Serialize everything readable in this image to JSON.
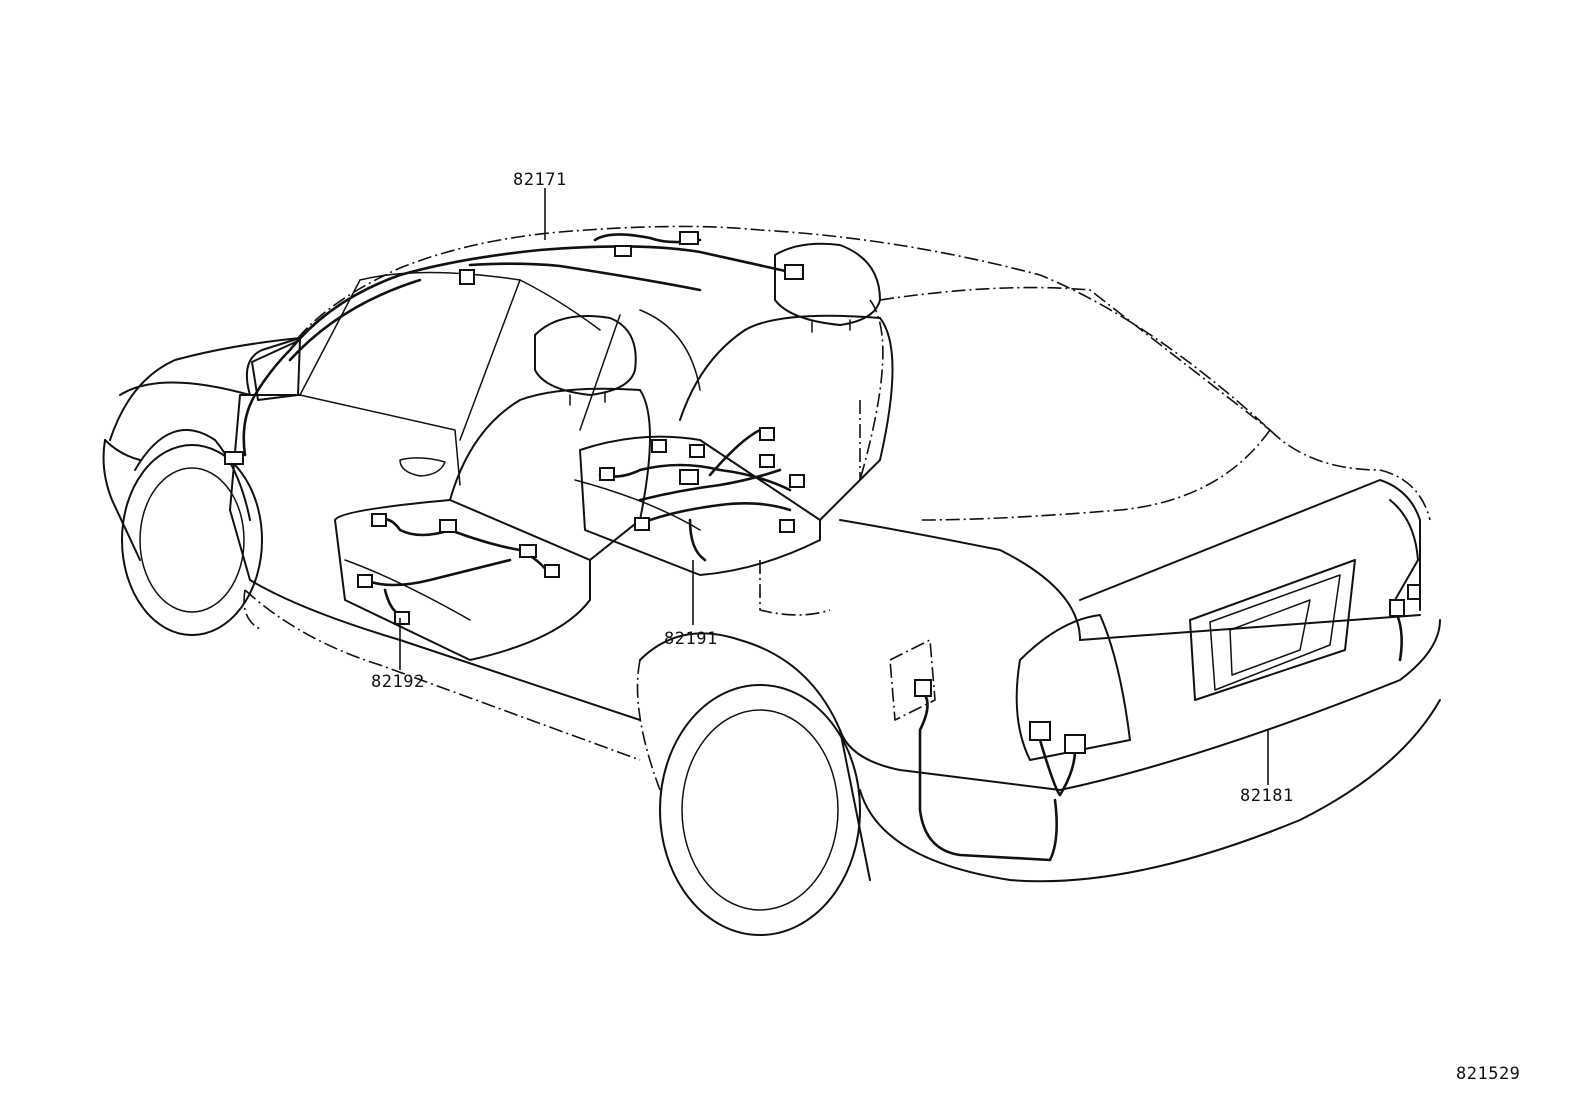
{
  "diagram": {
    "callouts": [
      {
        "id": "roof",
        "label": "82171"
      },
      {
        "id": "seat-right",
        "label": "82191"
      },
      {
        "id": "seat-left",
        "label": "82192"
      },
      {
        "id": "rear",
        "label": "82181"
      }
    ],
    "figure_id": "821529"
  }
}
